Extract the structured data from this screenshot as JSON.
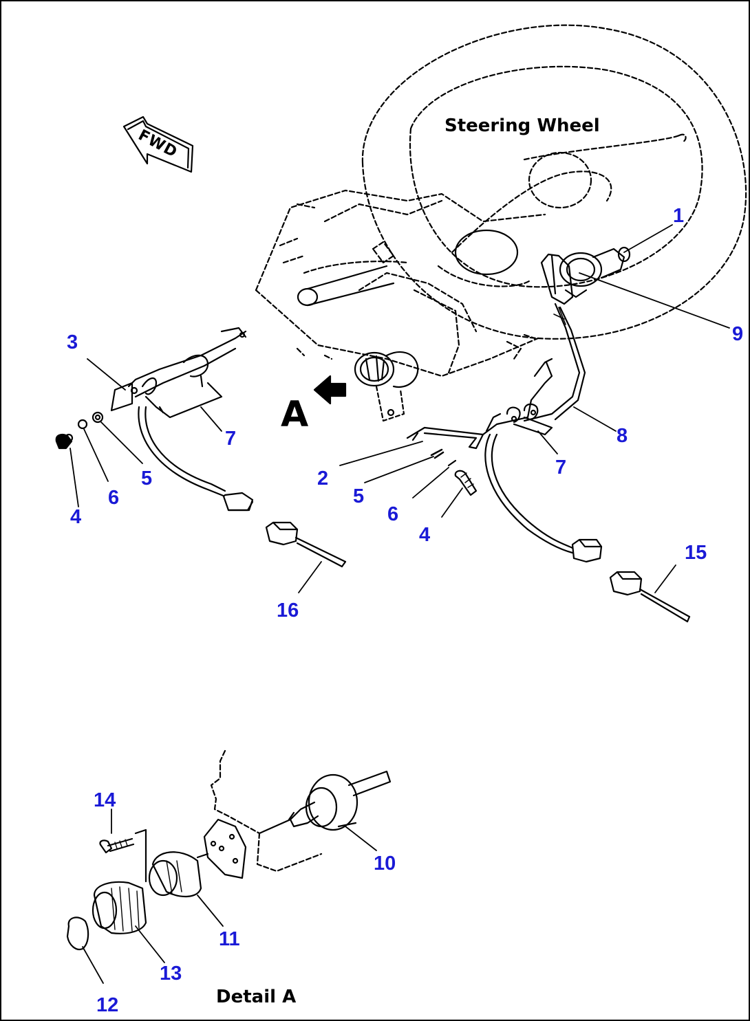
{
  "captions": {
    "steering_wheel": "Steering Wheel",
    "detail_a": "Detail A",
    "view_a": "A",
    "fwd": "FWD"
  },
  "callouts": {
    "c1": "1",
    "c2": "2",
    "c3": "3",
    "c4a": "4",
    "c4b": "4",
    "c5a": "5",
    "c5b": "5",
    "c6a": "6",
    "c6b": "6",
    "c7a": "7",
    "c7b": "7",
    "c8": "8",
    "c9": "9",
    "c10": "10",
    "c11": "11",
    "c12": "12",
    "c13": "13",
    "c14": "14",
    "c15": "15",
    "c16": "16"
  },
  "colors": {
    "callout": "#1a1ad6",
    "linework": "#000000"
  }
}
